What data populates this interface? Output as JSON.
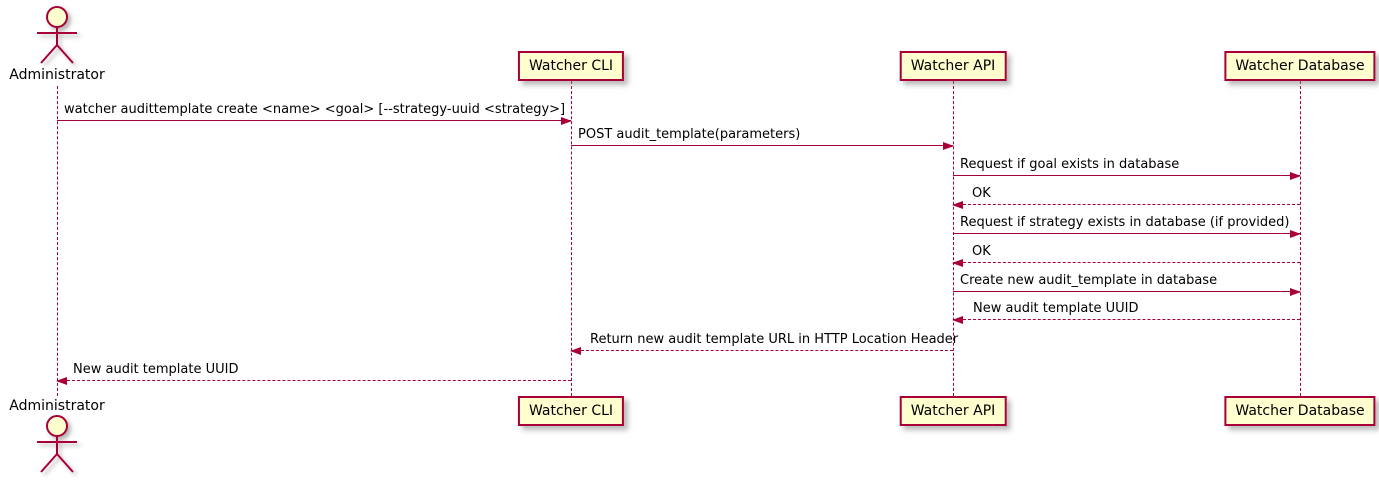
{
  "diagram": {
    "type": "sequence",
    "tool_style": "plantuml",
    "colors": {
      "line": "#A80036",
      "participant_fill": "#FEFECE",
      "text": "#000000",
      "background": "#FFFFFF",
      "shadow": "#828282"
    },
    "participants": [
      {
        "id": "administrator",
        "label": "Administrator",
        "kind": "actor"
      },
      {
        "id": "watcher-cli",
        "label": "Watcher CLI",
        "kind": "participant"
      },
      {
        "id": "watcher-api",
        "label": "Watcher API",
        "kind": "participant"
      },
      {
        "id": "watcher-database",
        "label": "Watcher Database",
        "kind": "participant"
      }
    ],
    "messages": [
      {
        "from": "administrator",
        "to": "watcher-cli",
        "style": "solid",
        "label": "watcher audittemplate create <name> <goal> [--strategy-uuid <strategy>]"
      },
      {
        "from": "watcher-cli",
        "to": "watcher-api",
        "style": "solid",
        "label": "POST audit_template(parameters)"
      },
      {
        "from": "watcher-api",
        "to": "watcher-database",
        "style": "solid",
        "label": "Request if goal exists in database"
      },
      {
        "from": "watcher-database",
        "to": "watcher-api",
        "style": "dashed",
        "label": "OK"
      },
      {
        "from": "watcher-api",
        "to": "watcher-database",
        "style": "solid",
        "label": "Request if strategy exists in database (if provided)"
      },
      {
        "from": "watcher-database",
        "to": "watcher-api",
        "style": "dashed",
        "label": "OK"
      },
      {
        "from": "watcher-api",
        "to": "watcher-database",
        "style": "solid",
        "label": "Create new audit_template in database"
      },
      {
        "from": "watcher-database",
        "to": "watcher-api",
        "style": "dashed",
        "label": "New audit template UUID"
      },
      {
        "from": "watcher-api",
        "to": "watcher-cli",
        "style": "dashed",
        "label": "Return new audit template URL in HTTP Location Header"
      },
      {
        "from": "watcher-cli",
        "to": "administrator",
        "style": "dashed",
        "label": "New audit template UUID"
      }
    ]
  }
}
